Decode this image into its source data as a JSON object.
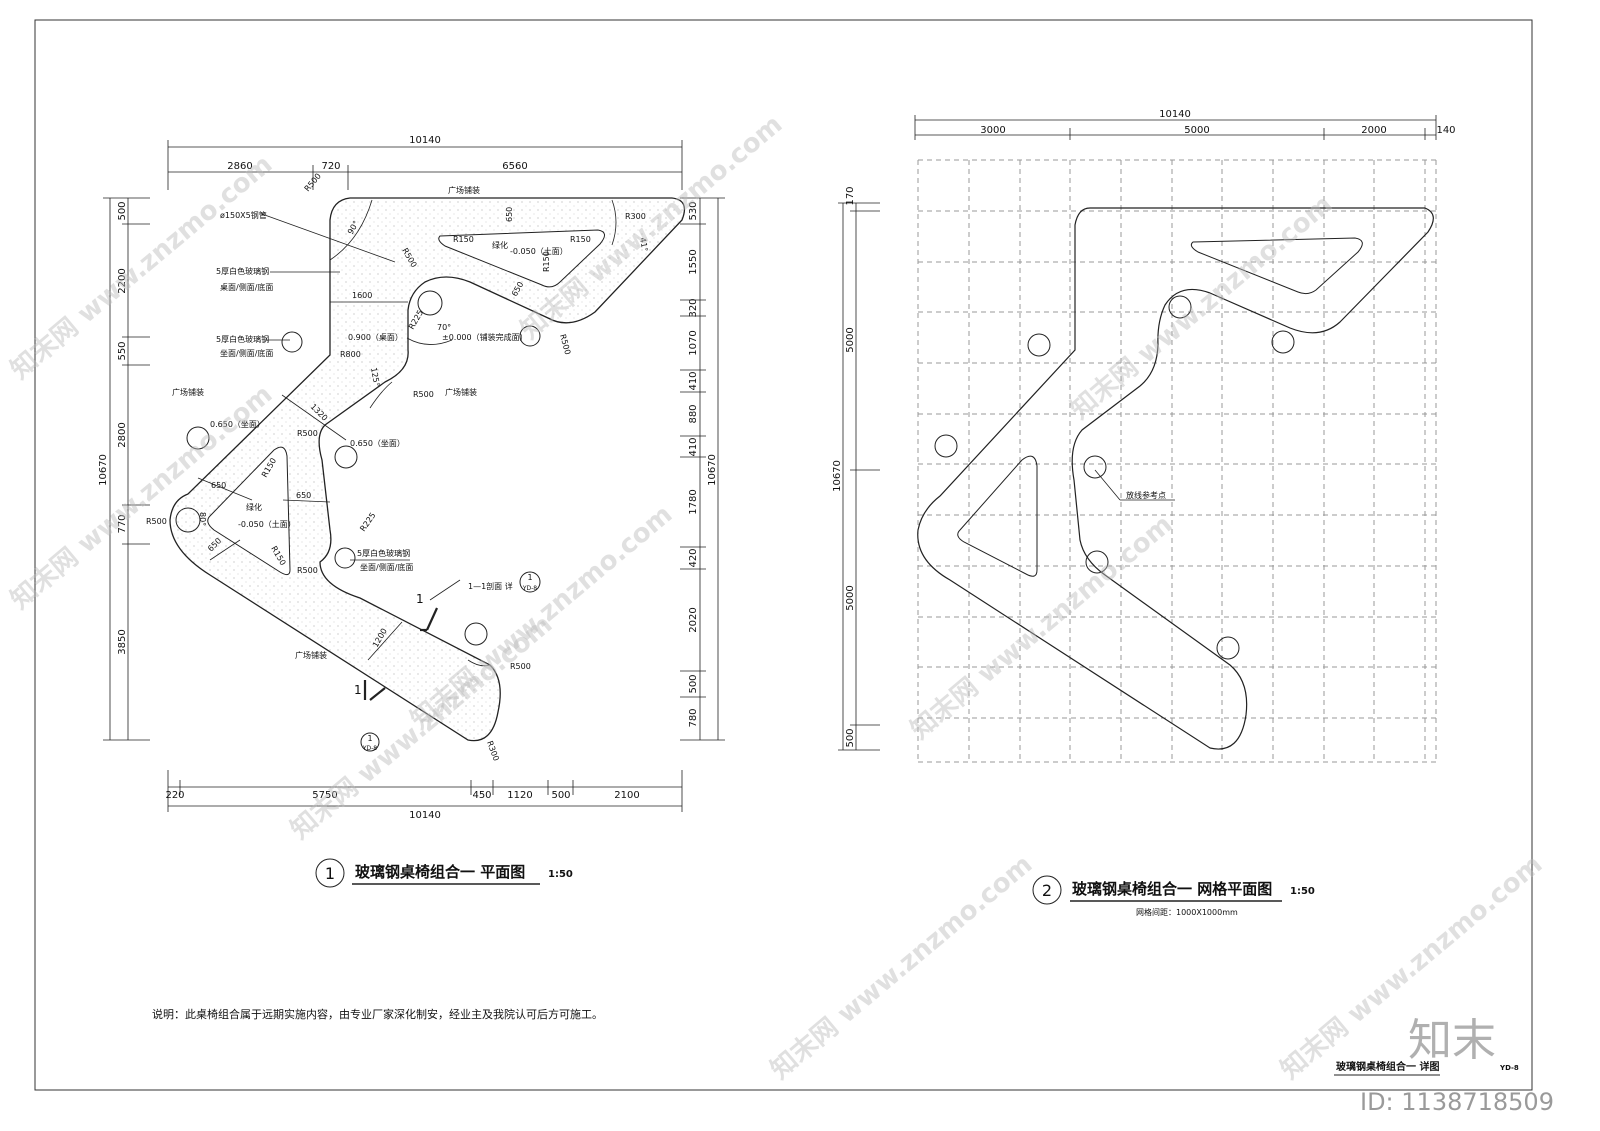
{
  "plan1": {
    "top_total": "10140",
    "top_segments": [
      "2860",
      "720",
      "6560"
    ],
    "bottom_total": "10140",
    "bottom_segments": [
      "220",
      "5750",
      "450",
      "1120",
      "500",
      "2100"
    ],
    "left_total": "10670",
    "left_segments": [
      "500",
      "2200",
      "550",
      "2800",
      "770",
      "3850"
    ],
    "right_total": "10670",
    "right_segments": [
      "530",
      "1550",
      "320",
      "1070",
      "410",
      "880",
      "410",
      "1780",
      "420",
      "2020",
      "500",
      "780"
    ],
    "labels": {
      "plaza_top": "广场铺装",
      "plaza_mid": "广场铺装",
      "plaza_left": "广场铺装",
      "plaza_bottom": "广场铺装",
      "green1": "绿化",
      "green2": "绿化",
      "lvl_green1": "-0.050（土面）",
      "lvl_green2": "-0.050（土面）",
      "lvl_0900": "0.900（桌面）",
      "lvl_000": "±0.000（铺装完成面）",
      "lvl_0650a": "0.650（坐面）",
      "lvl_0650b": "0.650（坐面）",
      "pipe": "ø150X5钢管",
      "note1a": "5厚白色玻璃钢",
      "note1b": "桌面/侧面/底面",
      "note2a": "5厚白色玻璃钢",
      "note2b": "坐面/侧面/底面",
      "note3a": "5厚白色玻璃钢",
      "note3b": "坐面/侧面/底面",
      "r500a": "R500",
      "r500b": "R500",
      "r500c": "R500",
      "r500d": "R500",
      "r500e": "R500",
      "r500f": "R500",
      "r500g": "R500",
      "r300a": "R300",
      "r300b": "R300",
      "r150a": "R150",
      "r150b": "R150",
      "r150c": "R150",
      "r150d": "R150",
      "r150e": "R150",
      "r225a": "R225",
      "r225b": "R225",
      "r800": "R800",
      "d1600": "1600",
      "d650a": "650",
      "d650b": "650",
      "d650c": "650",
      "d650d": "650",
      "d650e": "650",
      "d1320": "1320",
      "d1200": "1200",
      "a90": "90°",
      "a41": "41°",
      "a70": "70°",
      "a125": "125°",
      "a80": "80°",
      "sec": "1—1剖面 详",
      "sec_num": "1",
      "sec_tag": "YD-8",
      "cut1": "1",
      "cut2": "1"
    },
    "title": "玻璃钢桌椅组合一  平面图",
    "scale": "1:50",
    "number": "1"
  },
  "plan2": {
    "top_total": "10140",
    "top_segments": [
      "3000",
      "5000",
      "2000",
      "140"
    ],
    "left_total": "10670",
    "left_segments": [
      "170",
      "5000",
      "5000",
      "500"
    ],
    "ref_label": "放线参考点",
    "title": "玻璃钢桌椅组合一  网格平面图",
    "scale": "1:50",
    "number": "2",
    "subtitle": "网格间距：1000X1000mm"
  },
  "note": "说明：此桌椅组合属于远期实施内容，由专业厂家深化制安，经业主及我院认可后方可施工。",
  "title_block": {
    "drawing": "玻璃钢桌椅组合一  详图",
    "code": "YD-8",
    "logo": "知末",
    "id": "ID: 1138718509"
  },
  "watermark": "知末网 www.znzmo.com"
}
